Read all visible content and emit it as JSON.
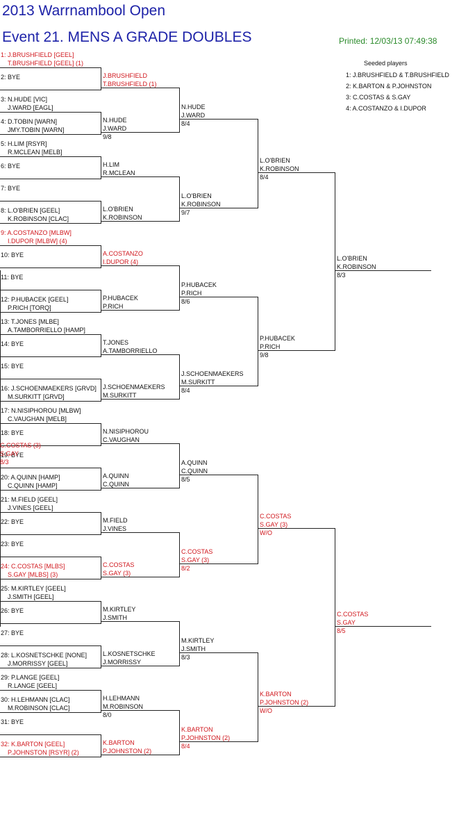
{
  "header": {
    "title": "2013 Warrnambool Open",
    "event": "Event 21. MENS A GRADE DOUBLES",
    "printed": "Printed: 12/03/13 07:49:38"
  },
  "seeded": {
    "title": "Seeded players",
    "items": [
      "1: J.BRUSHFIELD & T.BRUSHFIELD",
      "2: K.BARTON & P.JOHNSTON",
      "3: C.COSTAS & S.GAY",
      "4: A.COSTANZO & I.DUPOR"
    ]
  },
  "colors": {
    "title": "#1d22a8",
    "printed": "#2a8a2a",
    "seed": "#d0161c",
    "text": "#111111"
  },
  "draw": [
    {
      "pos": "1",
      "l1": "J.BRUSHFIELD [GEEL]",
      "l2": "T.BRUSHFIELD [GEEL] (1)",
      "seed": true
    },
    {
      "pos": "2",
      "l1": "BYE",
      "l2": ""
    },
    {
      "pos": "3",
      "l1": "N.HUDE [VIC]",
      "l2": "J.WARD [EAGL]"
    },
    {
      "pos": "4",
      "l1": "D.TOBIN [WARN]",
      "l2": "JMY.TOBIN [WARN]"
    },
    {
      "pos": "5",
      "l1": "H.LIM [RSYR]",
      "l2": "R.MCLEAN [MELB]"
    },
    {
      "pos": "6",
      "l1": "BYE",
      "l2": ""
    },
    {
      "pos": "7",
      "l1": "BYE",
      "l2": ""
    },
    {
      "pos": "8",
      "l1": "L.O'BRIEN [GEEL]",
      "l2": "K.ROBINSON [CLAC]"
    },
    {
      "pos": "9",
      "l1": "A.COSTANZO [MLBW]",
      "l2": "I.DUPOR [MLBW] (4)",
      "seed": true
    },
    {
      "pos": "10",
      "l1": "BYE",
      "l2": ""
    },
    {
      "pos": "11",
      "l1": "BYE",
      "l2": ""
    },
    {
      "pos": "12",
      "l1": "P.HUBACEK [GEEL]",
      "l2": "P.RICH [TORQ]"
    },
    {
      "pos": "13",
      "l1": "T.JONES [MLBE]",
      "l2": "A.TAMBORRIELLO [HAMP]"
    },
    {
      "pos": "14",
      "l1": "BYE",
      "l2": ""
    },
    {
      "pos": "15",
      "l1": "BYE",
      "l2": ""
    },
    {
      "pos": "16",
      "l1": "J.SCHOENMAEKERS [GRVD]",
      "l2": "M.SURKITT [GRVD]"
    },
    {
      "pos": "17",
      "l1": "N.NISIPHOROU [MLBW]",
      "l2": "C.VAUGHAN [MELB]"
    },
    {
      "pos": "18",
      "l1": "BYE",
      "l2": ""
    },
    {
      "pos": "19",
      "l1": "BYE",
      "l2": ""
    },
    {
      "pos": "20",
      "l1": "A.QUINN [HAMP]",
      "l2": "C.QUINN [HAMP]"
    },
    {
      "pos": "21",
      "l1": "M.FIELD [GEEL]",
      "l2": "J.VINES [GEEL]"
    },
    {
      "pos": "22",
      "l1": "BYE",
      "l2": ""
    },
    {
      "pos": "23",
      "l1": "BYE",
      "l2": ""
    },
    {
      "pos": "24",
      "l1": "C.COSTAS [MLBS]",
      "l2": "S.GAY [MLBS] (3)",
      "seed": true
    },
    {
      "pos": "25",
      "l1": "M.KIRTLEY [GEEL]",
      "l2": "J.SMITH [GEEL]"
    },
    {
      "pos": "26",
      "l1": "BYE",
      "l2": ""
    },
    {
      "pos": "27",
      "l1": "BYE",
      "l2": ""
    },
    {
      "pos": "28",
      "l1": "L.KOSNETSCHKE [NONE]",
      "l2": "J.MORRISSY [GEEL]"
    },
    {
      "pos": "29",
      "l1": "P.LANGE [GEEL]",
      "l2": "R.LANGE [GEEL]"
    },
    {
      "pos": "30",
      "l1": "H.LEHMANN [CLAC]",
      "l2": "M.ROBINSON [CLAC]"
    },
    {
      "pos": "31",
      "l1": "BYE",
      "l2": ""
    },
    {
      "pos": "32",
      "l1": "K.BARTON [GEEL]",
      "l2": "P.JOHNSTON [RSYR] (2)",
      "seed": true
    }
  ],
  "rounds": [
    [
      {
        "l1": "J.BRUSHFIELD",
        "l2": "T.BRUSHFIELD (1)",
        "score": "",
        "seed": true
      },
      {
        "l1": "N.HUDE",
        "l2": "J.WARD",
        "score": "9/8"
      },
      {
        "l1": "H.LIM",
        "l2": "R.MCLEAN",
        "score": ""
      },
      {
        "l1": "L.O'BRIEN",
        "l2": "K.ROBINSON",
        "score": ""
      },
      {
        "l1": "A.COSTANZO",
        "l2": "I.DUPOR (4)",
        "score": "",
        "seed": true
      },
      {
        "l1": "P.HUBACEK",
        "l2": "P.RICH",
        "score": ""
      },
      {
        "l1": "T.JONES",
        "l2": "A.TAMBORRIELLO",
        "score": ""
      },
      {
        "l1": "J.SCHOENMAEKERS",
        "l2": "M.SURKITT",
        "score": ""
      },
      {
        "l1": "N.NISIPHOROU",
        "l2": "C.VAUGHAN",
        "score": ""
      },
      {
        "l1": "A.QUINN",
        "l2": "C.QUINN",
        "score": ""
      },
      {
        "l1": "M.FIELD",
        "l2": "J.VINES",
        "score": ""
      },
      {
        "l1": "C.COSTAS",
        "l2": "S.GAY (3)",
        "score": "",
        "seed": true
      },
      {
        "l1": "M.KIRTLEY",
        "l2": "J.SMITH",
        "score": ""
      },
      {
        "l1": "L.KOSNETSCHKE",
        "l2": "J.MORRISSY",
        "score": ""
      },
      {
        "l1": "H.LEHMANN",
        "l2": "M.ROBINSON",
        "score": "8/0"
      },
      {
        "l1": "K.BARTON",
        "l2": "P.JOHNSTON (2)",
        "score": "",
        "seed": true
      }
    ],
    [
      {
        "l1": "N.HUDE",
        "l2": "J.WARD",
        "score": "8/4"
      },
      {
        "l1": "L.O'BRIEN",
        "l2": "K.ROBINSON",
        "score": "9/7"
      },
      {
        "l1": "P.HUBACEK",
        "l2": "P.RICH",
        "score": "8/6"
      },
      {
        "l1": "J.SCHOENMAEKERS",
        "l2": "M.SURKITT",
        "score": "8/4"
      },
      {
        "l1": "A.QUINN",
        "l2": "C.QUINN",
        "score": "8/5"
      },
      {
        "l1": "C.COSTAS",
        "l2": "S.GAY (3)",
        "score": "8/2",
        "seed": true
      },
      {
        "l1": "M.KIRTLEY",
        "l2": "J.SMITH",
        "score": "8/3"
      },
      {
        "l1": "K.BARTON",
        "l2": "P.JOHNSTON (2)",
        "score": "8/4",
        "seed": true
      }
    ],
    [
      {
        "l1": "L.O'BRIEN",
        "l2": "K.ROBINSON",
        "score": "8/4"
      },
      {
        "l1": "P.HUBACEK",
        "l2": "P.RICH",
        "score": "9/8"
      },
      {
        "l1": "C.COSTAS",
        "l2": "S.GAY (3)",
        "score": "W/O",
        "seed": true
      },
      {
        "l1": "K.BARTON",
        "l2": "P.JOHNSTON (2)",
        "score": "W/O",
        "seed": true
      }
    ],
    [
      {
        "l1": "L.O'BRIEN",
        "l2": "K.ROBINSON",
        "score": "8/3"
      },
      {
        "l1": "C.COSTAS",
        "l2": "S.GAY",
        "score": "8/5",
        "seed": true
      }
    ],
    [
      {
        "l1": "C.COSTAS (3)",
        "l2": "S.GAY",
        "score": "8/3",
        "seed": true
      }
    ]
  ]
}
